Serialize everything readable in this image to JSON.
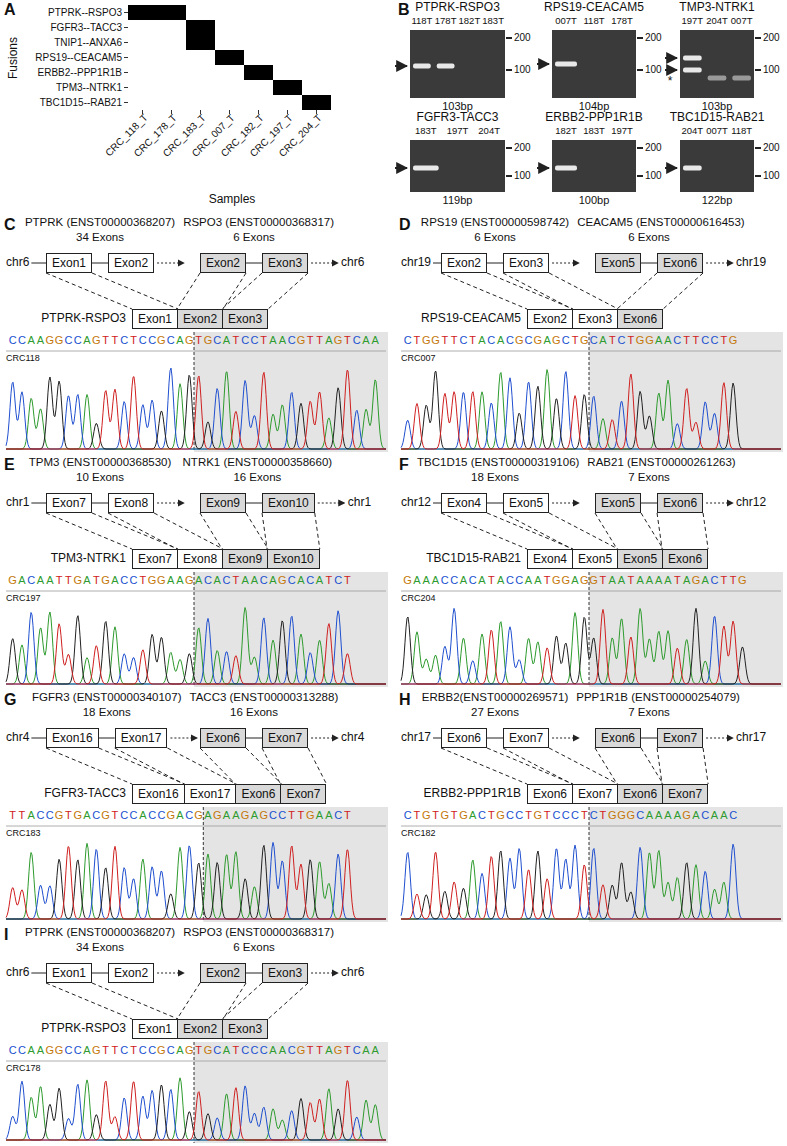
{
  "diagram": {
    "nodes": [
      {
        "text": [
          "Exon1"
        ]
      },
      {
        "text": [
          "Exon2"
        ]
      },
      {
        "text": [
          "Exon2"
        ]
      },
      {
        "text": [
          "Exon3"
        ]
      },
      {
        "text": [
          "Exon1"
        ]
      },
      {
        "text": [
          "Exon2"
        ]
      },
      {
        "text": [
          "Exon3"
        ]
      },
      {
        "text": [
          "Exon2"
        ]
      },
      {
        "text": [
          "Exon3"
        ]
      },
      {
        "text": [
          "Exon5"
        ]
      },
      {
        "text": [
          "Exon6"
        ]
      },
      {
        "text": [
          "Exon2"
        ]
      },
      {
        "text": [
          "Exon3"
        ]
      },
      {
        "text": [
          "Exon6"
        ]
      },
      {
        "text": [
          "Exon7"
        ]
      },
      {
        "text": [
          "Exon8"
        ]
      },
      {
        "text": [
          "Exon9"
        ]
      },
      {
        "text": [
          "Exon10"
        ]
      },
      {
        "text": [
          "Exon7"
        ]
      },
      {
        "text": [
          "Exon8"
        ]
      },
      {
        "text": [
          "Exon9"
        ]
      },
      {
        "text": [
          "Exon10"
        ]
      },
      {
        "text": [
          "Exon4"
        ]
      },
      {
        "text": [
          "Exon5"
        ]
      },
      {
        "text": [
          "Exon5"
        ]
      },
      {
        "text": [
          "Exon6"
        ]
      },
      {
        "text": [
          "Exon4"
        ]
      },
      {
        "text": [
          "Exon5"
        ]
      },
      {
        "text": [
          "Exon5"
        ]
      },
      {
        "text": [
          "Exon6"
        ]
      },
      {
        "text": [
          "Exon16"
        ]
      },
      {
        "text": [
          "Exon17"
        ]
      },
      {
        "text": [
          "Exon6"
        ]
      },
      {
        "text": [
          "Exon7"
        ]
      },
      {
        "text": [
          "Exon16"
        ]
      },
      {
        "text": [
          "Exon17"
        ]
      },
      {
        "text": [
          "Exon6"
        ]
      },
      {
        "text": [
          "Exon7"
        ]
      },
      {
        "text": [
          "Exon6"
        ]
      },
      {
        "text": [
          "Exon7"
        ]
      },
      {
        "text": [
          "Exon6"
        ]
      },
      {
        "text": [
          "Exon7"
        ]
      },
      {
        "text": [
          "Exon6"
        ]
      },
      {
        "text": [
          "Exon7"
        ]
      },
      {
        "text": [
          "Exon6"
        ]
      },
      {
        "text": [
          "Exon7"
        ]
      },
      {
        "text": [
          "Exon1"
        ]
      },
      {
        "text": [
          "Exon2"
        ]
      },
      {
        "text": [
          "Exon2"
        ]
      },
      {
        "text": [
          "Exon3"
        ]
      },
      {
        "text": [
          "Exon1"
        ]
      },
      {
        "text": [
          "Exon2"
        ]
      },
      {
        "text": [
          "Exon3"
        ]
      }
    ],
    "edges": [
      {
        "from": 0,
        "to": 1,
        "arrow": "none"
      },
      {
        "from": 2,
        "to": 3,
        "arrow": "none"
      },
      {
        "from": 0,
        "to": 4,
        "arrow": "none"
      },
      {
        "from": 2,
        "to": 5,
        "arrow": "none"
      },
      {
        "from": 3,
        "to": 6,
        "arrow": "none"
      },
      {
        "from": 7,
        "to": 8,
        "arrow": "none"
      },
      {
        "from": 9,
        "to": 10,
        "arrow": "none"
      },
      {
        "from": 7,
        "to": 11,
        "arrow": "none"
      },
      {
        "from": 8,
        "to": 12,
        "arrow": "none"
      },
      {
        "from": 10,
        "to": 13,
        "arrow": "none"
      },
      {
        "from": 14,
        "to": 15,
        "arrow": "none"
      },
      {
        "from": 16,
        "to": 17,
        "arrow": "none"
      },
      {
        "from": 14,
        "to": 18,
        "arrow": "none"
      },
      {
        "from": 15,
        "to": 19,
        "arrow": "none"
      },
      {
        "from": 16,
        "to": 20,
        "arrow": "none"
      },
      {
        "from": 17,
        "to": 21,
        "arrow": "none"
      },
      {
        "from": 22,
        "to": 23,
        "arrow": "none"
      },
      {
        "from": 24,
        "to": 25,
        "arrow": "none"
      },
      {
        "from": 22,
        "to": 26,
        "arrow": "none"
      },
      {
        "from": 23,
        "to": 27,
        "arrow": "none"
      },
      {
        "from": 24,
        "to": 28,
        "arrow": "none"
      },
      {
        "from": 25,
        "to": 29,
        "arrow": "none"
      },
      {
        "from": 30,
        "to": 31,
        "arrow": "none"
      },
      {
        "from": 32,
        "to": 33,
        "arrow": "none"
      },
      {
        "from": 30,
        "to": 34,
        "arrow": "none"
      },
      {
        "from": 31,
        "to": 35,
        "arrow": "none"
      },
      {
        "from": 32,
        "to": 36,
        "arrow": "none"
      },
      {
        "from": 33,
        "to": 37,
        "arrow": "none"
      },
      {
        "from": 38,
        "to": 39,
        "arrow": "none"
      },
      {
        "from": 40,
        "to": 41,
        "arrow": "none"
      },
      {
        "from": 38,
        "to": 42,
        "arrow": "none"
      },
      {
        "from": 39,
        "to": 43,
        "arrow": "none"
      },
      {
        "from": 40,
        "to": 44,
        "arrow": "none"
      },
      {
        "from": 41,
        "to": 45,
        "arrow": "none"
      },
      {
        "from": 46,
        "to": 47,
        "arrow": "none"
      },
      {
        "from": 48,
        "to": 49,
        "arrow": "none"
      },
      {
        "from": 46,
        "to": 50,
        "arrow": "none"
      },
      {
        "from": 48,
        "to": 51,
        "arrow": "none"
      },
      {
        "from": 49,
        "to": 52,
        "arrow": "none"
      }
    ],
    "labels": [
      "A",
      "PTPRK--RSPO3",
      "FGFR3--TACC3",
      "TNIP1--ANXA6",
      "RPS19--CEACAM5",
      "ERBB2--PPP1R1B",
      "TPM3--NTRK1",
      "TBC1D15--RAB21",
      "CRC_118_T",
      "CRC_178_T",
      "CRC_183_T",
      "CRC_007_T",
      "CRC_182_T",
      "CRC_197_T",
      "CRC_204_T",
      "Fusions",
      "Samples",
      "B",
      "PTPRK-RSPO3",
      "118T",
      "178T",
      "182T",
      "183T",
      "200",
      "100",
      "103bp",
      "RPS19-CEACAM5",
      "007T",
      "118T",
      "178T",
      "200",
      "100",
      "104bp",
      "TMP3-NTRK1",
      "197T",
      "204T",
      "007T",
      "200",
      "100",
      "*",
      "103bp",
      "FGFR3-TACC3",
      "183T",
      "197T",
      "204T",
      "200",
      "100",
      "119bp",
      "ERBB2-PPP1R1B",
      "182T",
      "183T",
      "197T",
      "200",
      "100",
      "100bp",
      "TBC1D15-RAB21",
      "204T",
      "007T",
      "118T",
      "200",
      "100",
      "122bp",
      "C",
      "PTPRK (ENST00000368207)",
      "34 Exons",
      "RSPO3 (ENST00000368317)",
      "6 Exons",
      "chr6",
      "chr6",
      "PTPRK-RSPO3",
      "CRC118",
      "CCAAGGCCAGTTCTCCGCAG",
      "TGCATCCTAACGTTAGTCAA",
      "D",
      "RPS19 (ENST00000598742)",
      "6 Exons",
      "CEACAM5 (ENST00000616453)",
      "6 Exons",
      "chr19",
      "chr19",
      "RPS19-CEACAM5",
      "CRC007",
      "CTGGTTCTACACGCGAGCTG",
      "CATCTGGAACTTCCTG",
      "E",
      "TPM3 (ENST00000368530)",
      "10 Exons",
      "NTRK1 (ENST00000358660)",
      "16 Exons",
      "chr1",
      "chr1",
      "TPM3-NTRK1",
      "CRC197",
      "GACAATTGATGACCTGGAAG",
      "ACACTAACAGCACATCT",
      "F",
      "TBC1D15 (ENST00000319106)",
      "18 Exons",
      "RAB21 (ENST00000261263)",
      "7 Exons",
      "chr12",
      "chr12",
      "TBC1D15-RAB21",
      "CRC204",
      "GAAACCACATACCAATGGAG",
      "GTAATAAAATAGACTTG",
      "G",
      "FGFR3 (ENST00000340107)",
      "18 Exons",
      "TACC3 (ENST00000313288)",
      "16 Exons",
      "chr4",
      "chr4",
      "FGFR3-TACC3",
      "CRC183",
      "TTACCGTGACGTCCACCGACG",
      "AGAAGAGCCTTGAACT",
      "H",
      "ERBB2(ENST00000269571)",
      "27 Exons",
      "PPP1R1B (ENST00000254079)",
      "7 Exons",
      "chr17",
      "chr17",
      "ERBB2-PPP1R1B",
      "CRC182",
      "CTGTGTGACTGCCTGTCCCT",
      "CTGGGCAAAAGACAAC",
      "I",
      "PTPRK (ENST00000368207)",
      "34 Exons",
      "RSPO3 (ENST00000368317)",
      "6 Exons",
      "chr6",
      "chr6",
      "PTPRK-RSPO3",
      "CRC178",
      "CCAAGGCCAGTTCTCCGCAG",
      "TGCATCCCAACGTTAGTCAA"
    ]
  }
}
